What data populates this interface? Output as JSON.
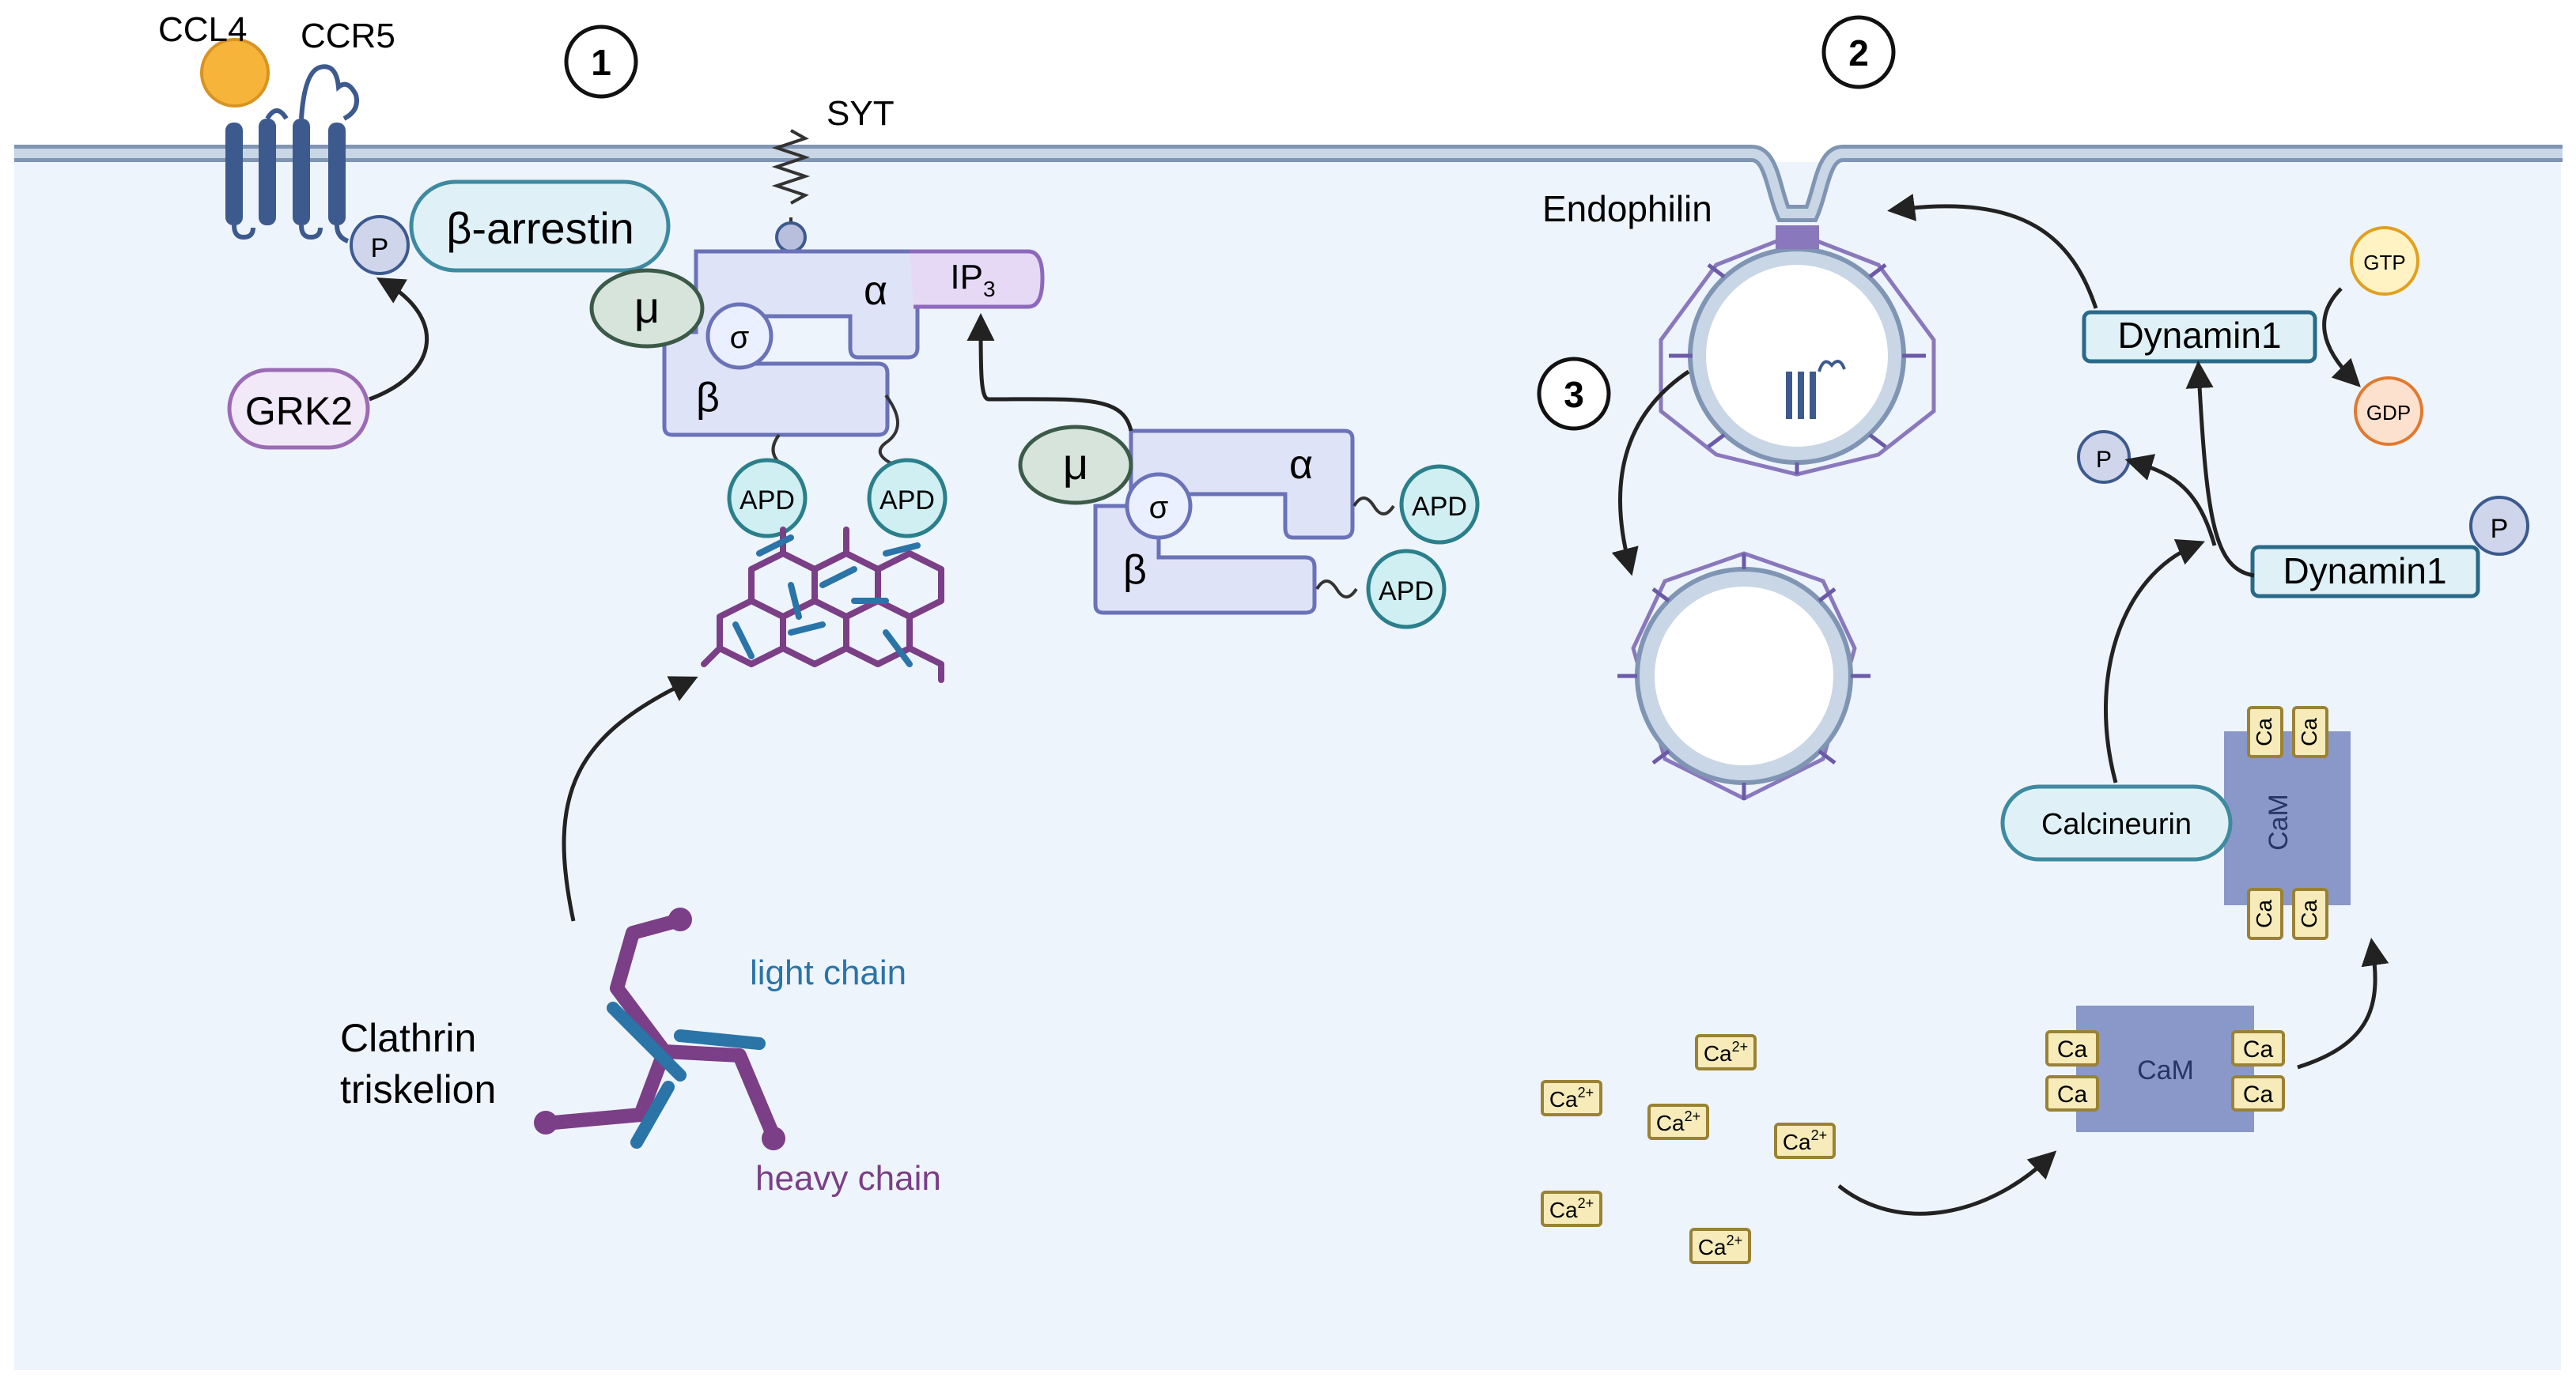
{
  "steps": [
    "1",
    "2",
    "3"
  ],
  "labels": {
    "ccl4": "CCL4",
    "ccr5": "CCR5",
    "syt": "SYT",
    "p": "P",
    "beta_arrestin": "β-arrestin",
    "grk2": "GRK2",
    "mu": "μ",
    "sigma": "σ",
    "alpha": "α",
    "beta": "β",
    "ip3_main": "IP",
    "ip3_sub": "3",
    "apd": "APD",
    "clathrin_line1": "Clathrin",
    "clathrin_line2": "triskelion",
    "light_chain": "light chain",
    "heavy_chain": "heavy chain",
    "endophilin": "Endophilin",
    "dynamin1": "Dynamin1",
    "gtp": "GTP",
    "gdp": "GDP",
    "calcineurin": "Calcineurin",
    "cam": "CaM",
    "ca": "Ca",
    "ca2_main": "Ca",
    "ca2_sup": "2+"
  },
  "colors": {
    "cytoplasm": "#eef4fc",
    "membrane": "#b9c8dc",
    "membrane_edge": "#7f95b3",
    "receptor": "#3d5a8e",
    "ap2_fill": "#dfe3f7",
    "ap2_stroke": "#6a72b8",
    "clathrin_heavy": "#7a3f86",
    "clathrin_light": "#2a74a8",
    "cam": "#8a98c9",
    "ca_fill": "#f6ebb9",
    "ca_stroke": "#9a8234",
    "pill_fill": "#dff1f6",
    "pill_stroke": "#3e8aa0",
    "grk2_fill": "#f1e8f8",
    "grk2_stroke": "#9b6bb5",
    "gtp_fill": "#fff3c4",
    "gdp_fill": "#fde1cf"
  }
}
